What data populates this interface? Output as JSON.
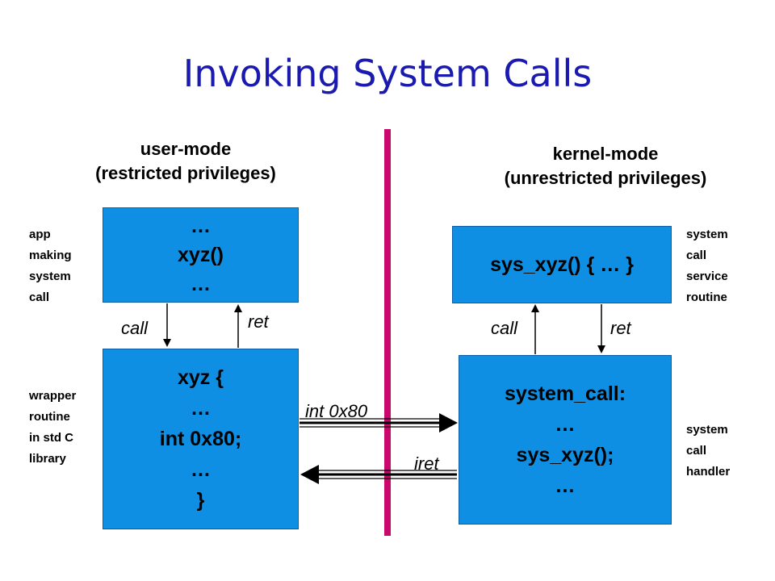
{
  "title": "Invoking System Calls",
  "user_mode": {
    "line1": "user-mode",
    "line2": "(restricted privileges)"
  },
  "kernel_mode": {
    "line1": "kernel-mode",
    "line2": "(unrestricted privileges)"
  },
  "notes": {
    "app": [
      "app",
      "making",
      "system",
      "call"
    ],
    "wrapper": [
      "wrapper",
      "routine",
      "in std C",
      "library"
    ],
    "service": [
      "system",
      "call",
      "service",
      "routine"
    ],
    "handler": [
      "system",
      "call",
      "handler"
    ]
  },
  "boxes": {
    "app": [
      "…",
      "xyz()",
      "…"
    ],
    "wrapper": [
      "xyz {",
      "…",
      "int 0x80;",
      "…",
      "}"
    ],
    "service": [
      "sys_xyz() { … }"
    ],
    "handler": [
      "system_call:",
      "…",
      "sys_xyz();",
      "…"
    ]
  },
  "arrows": {
    "left_call": "call",
    "left_ret": "ret",
    "right_call": "call",
    "right_ret": "ret",
    "int": "int 0x80",
    "iret": "iret"
  },
  "colors": {
    "box": "#0f8fe3",
    "divider": "#c8086b",
    "title": "#1a1ab0"
  }
}
